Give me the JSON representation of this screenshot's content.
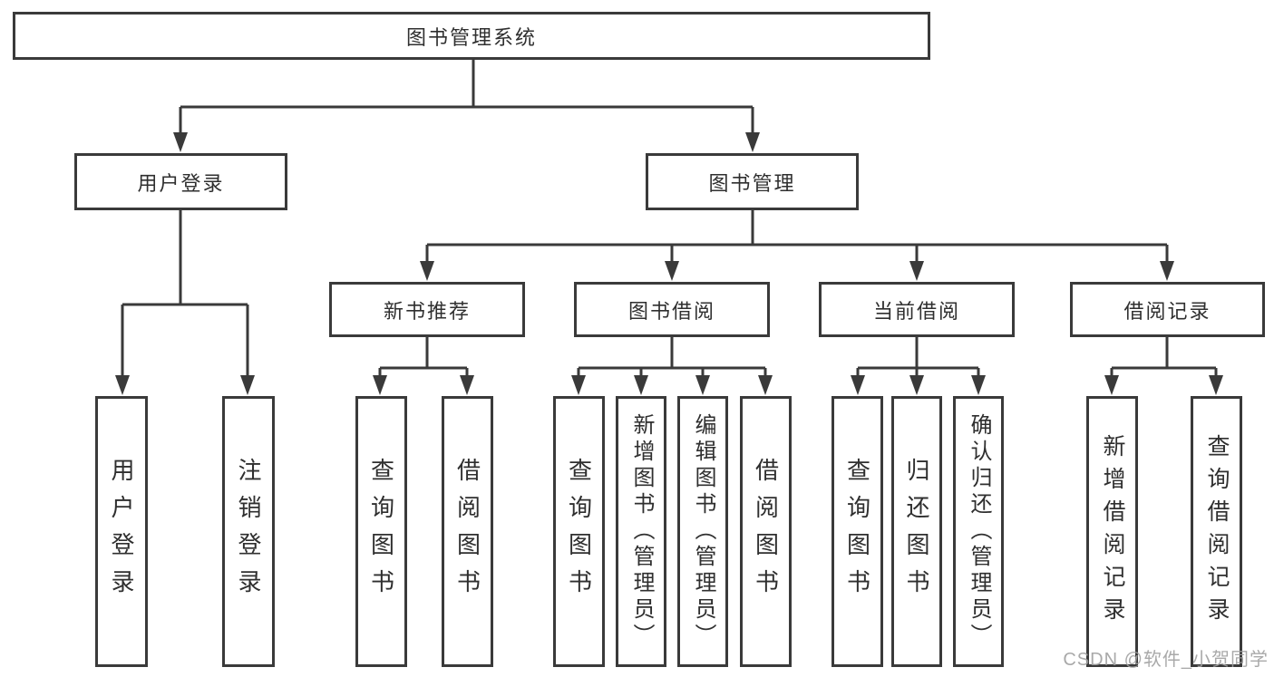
{
  "nodes": {
    "root": "图书管理系统",
    "level2": [
      "用户登录",
      "图书管理"
    ],
    "level3": [
      "新书推荐",
      "图书借阅",
      "当前借阅",
      "借阅记录"
    ],
    "leaves": [
      {
        "parent": "用户登录",
        "label": "用户登录"
      },
      {
        "parent": "用户登录",
        "label": "注销登录"
      },
      {
        "parent": "新书推荐",
        "label": "查询图书"
      },
      {
        "parent": "新书推荐",
        "label": "借阅图书"
      },
      {
        "parent": "图书借阅",
        "label": "查询图书"
      },
      {
        "parent": "图书借阅",
        "label": "新增图书（管理员）"
      },
      {
        "parent": "图书借阅",
        "label": "编辑图书（管理员）"
      },
      {
        "parent": "图书借阅",
        "label": "借阅图书"
      },
      {
        "parent": "当前借阅",
        "label": "查询图书"
      },
      {
        "parent": "当前借阅",
        "label": "归还图书"
      },
      {
        "parent": "当前借阅",
        "label": "确认归还（管理员）"
      },
      {
        "parent": "借阅记录",
        "label": "新增借阅记录"
      },
      {
        "parent": "借阅记录",
        "label": "查询借阅记录"
      }
    ]
  },
  "watermark": "CSDN @软件_小贺同学",
  "colors": {
    "line": "#3a3a3a",
    "text": "#2f2f2f",
    "watermark": "#a0a0a0",
    "background": "#ffffff"
  }
}
